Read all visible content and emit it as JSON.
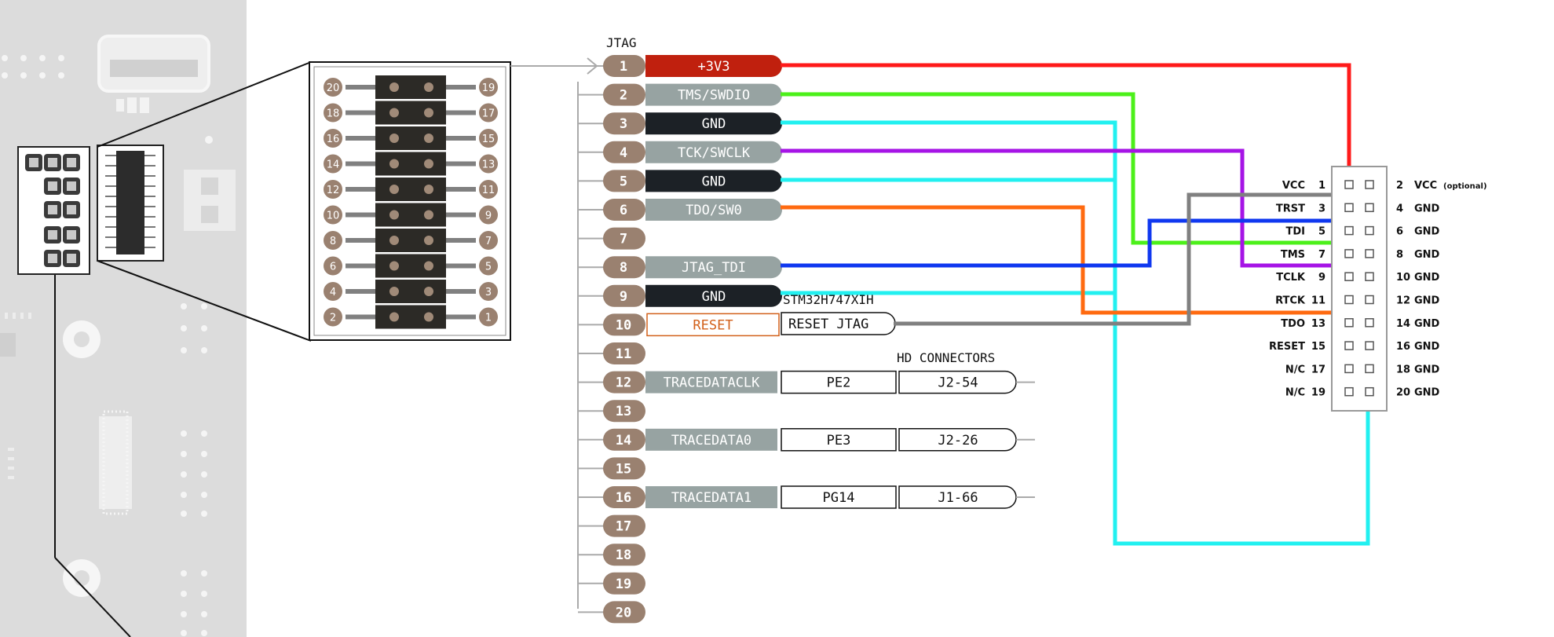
{
  "jtag": {
    "title": "JTAG",
    "pins": [
      {
        "num": "1",
        "label": "+3V3",
        "style": "power"
      },
      {
        "num": "2",
        "label": "TMS/SWDIO",
        "style": "grey"
      },
      {
        "num": "3",
        "label": "GND",
        "style": "black"
      },
      {
        "num": "4",
        "label": "TCK/SWCLK",
        "style": "grey"
      },
      {
        "num": "5",
        "label": "GND",
        "style": "black"
      },
      {
        "num": "6",
        "label": "TDO/SW0",
        "style": "grey"
      },
      {
        "num": "7",
        "label": "",
        "style": "none"
      },
      {
        "num": "8",
        "label": "JTAG_TDI",
        "style": "grey"
      },
      {
        "num": "9",
        "label": "GND",
        "style": "black"
      },
      {
        "num": "10",
        "label": "RESET",
        "style": "reset"
      },
      {
        "num": "11",
        "label": "",
        "style": "none"
      },
      {
        "num": "12",
        "label": "TRACEDATACLK",
        "style": "grey"
      },
      {
        "num": "13",
        "label": "",
        "style": "none"
      },
      {
        "num": "14",
        "label": "TRACEDATA0",
        "style": "grey"
      },
      {
        "num": "15",
        "label": "",
        "style": "none"
      },
      {
        "num": "16",
        "label": "TRACEDATA1",
        "style": "grey"
      },
      {
        "num": "17",
        "label": "",
        "style": "none"
      },
      {
        "num": "18",
        "label": "",
        "style": "none"
      },
      {
        "num": "19",
        "label": "",
        "style": "none"
      },
      {
        "num": "20",
        "label": "",
        "style": "none"
      }
    ]
  },
  "stm32": {
    "title": "STM32H747XIH",
    "reset_label": "RESET JTAG",
    "hd_title": "HD CONNECTORS",
    "trace": [
      {
        "pin": "12",
        "mcu": "PE2",
        "hd": "J2-54"
      },
      {
        "pin": "14",
        "mcu": "PE3",
        "hd": "J2-26"
      },
      {
        "pin": "16",
        "mcu": "PG14",
        "hd": "J1-66"
      }
    ]
  },
  "zoom_header": {
    "left_numbers": [
      "20",
      "18",
      "16",
      "14",
      "12",
      "10",
      "8",
      "6",
      "4",
      "2"
    ],
    "right_numbers": [
      "19",
      "17",
      "15",
      "13",
      "11",
      "9",
      "7",
      "5",
      "3",
      "1"
    ]
  },
  "target_connector": {
    "optional_note": "(optional)",
    "rows": [
      {
        "lname": "VCC",
        "lnum": "1",
        "rnum": "2",
        "rname": "VCC"
      },
      {
        "lname": "TRST",
        "lnum": "3",
        "rnum": "4",
        "rname": "GND"
      },
      {
        "lname": "TDI",
        "lnum": "5",
        "rnum": "6",
        "rname": "GND"
      },
      {
        "lname": "TMS",
        "lnum": "7",
        "rnum": "8",
        "rname": "GND"
      },
      {
        "lname": "TCLK",
        "lnum": "9",
        "rnum": "10",
        "rname": "GND"
      },
      {
        "lname": "RTCK",
        "lnum": "11",
        "rnum": "12",
        "rname": "GND"
      },
      {
        "lname": "TDO",
        "lnum": "13",
        "rnum": "14",
        "rname": "GND"
      },
      {
        "lname": "RESET",
        "lnum": "15",
        "rnum": "16",
        "rname": "GND"
      },
      {
        "lname": "N/C",
        "lnum": "17",
        "rnum": "18",
        "rname": "GND"
      },
      {
        "lname": "N/C",
        "lnum": "19",
        "rnum": "20",
        "rname": "GND"
      }
    ]
  },
  "colors": {
    "pin_badge": "#9a8170",
    "power": "#c0200e",
    "grey_label": "#97a3a2",
    "black_label": "#1c2126",
    "reset_orange": "#d2601a",
    "wire_vcc": "#ff1a1a",
    "wire_tms": "#4cf01a",
    "wire_gnd": "#22f0f0",
    "wire_tck": "#a614e6",
    "wire_tdo": "#ff6a10",
    "wire_tdi": "#1038f0",
    "wire_reset": "#808080",
    "board": "#dcdcdc"
  }
}
